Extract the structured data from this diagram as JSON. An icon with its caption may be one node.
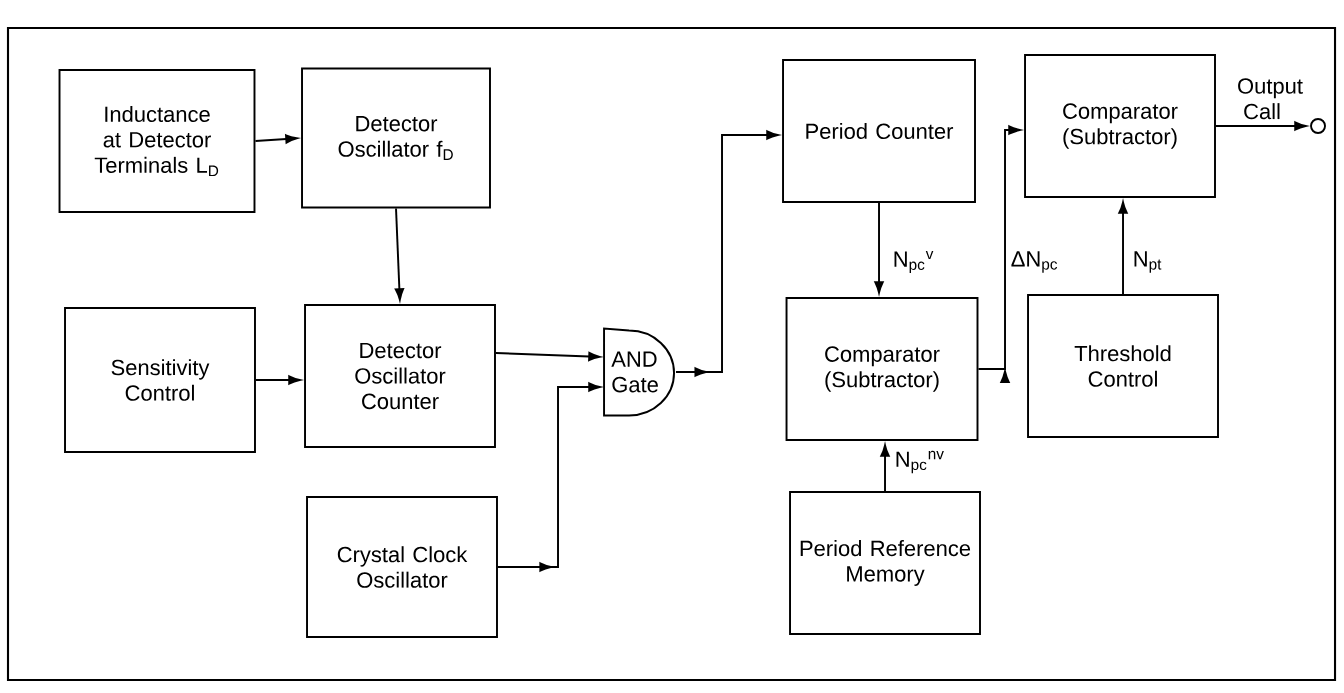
{
  "diagram": {
    "nodes": [
      {
        "text": [
          "Inductance at Detector Terminals L$_{D}$"
        ]
      },
      {
        "text": [
          "Detector Oscillator f$_{D}$"
        ]
      },
      {
        "text": [
          "Sensitivity Control"
        ]
      },
      {
        "text": [
          "Detector Oscillator Counter"
        ]
      },
      {
        "text": [
          "AND Gate"
        ]
      },
      {
        "text": [
          "Crystal Clock Oscillator"
        ]
      },
      {
        "text": [
          "Period Counter"
        ]
      },
      {
        "text": [
          "Comparator (Subtractor)"
        ]
      },
      {
        "text": [
          "Period Reference Memory"
        ]
      },
      {
        "text": [
          "Comparator (Subtractor)"
        ]
      },
      {
        "text": [
          "Threshold Control"
        ]
      },
      {
        "text": [],
        "shape": "circle"
      }
    ],
    "edges": [
      {
        "from": 0,
        "to": 1,
        "arrow": "to"
      },
      {
        "from": 1,
        "to": 3,
        "arrow": "to"
      },
      {
        "from": 2,
        "to": 3,
        "arrow": "to"
      },
      {
        "from": 3,
        "to": 4,
        "arrow": "to"
      },
      {
        "from": 5,
        "to": 4,
        "arrow": "to"
      },
      {
        "from": 4,
        "to": 6,
        "arrow": "to"
      },
      {
        "from": 6,
        "to": 7,
        "arrow": "to",
        "label": "N$_{pc}$$^{v}$"
      },
      {
        "from": 8,
        "to": 7,
        "arrow": "to",
        "label": "N$_{pc}$$^{nv}$"
      },
      {
        "from": 7,
        "to": 9,
        "arrow": "to",
        "label": "ΔN$_{pc}$"
      },
      {
        "from": 10,
        "to": 9,
        "arrow": "to",
        "label": "N$_{pt}$"
      },
      {
        "from": 9,
        "to": 11,
        "arrow": "to",
        "label": "Output Call"
      }
    ]
  }
}
